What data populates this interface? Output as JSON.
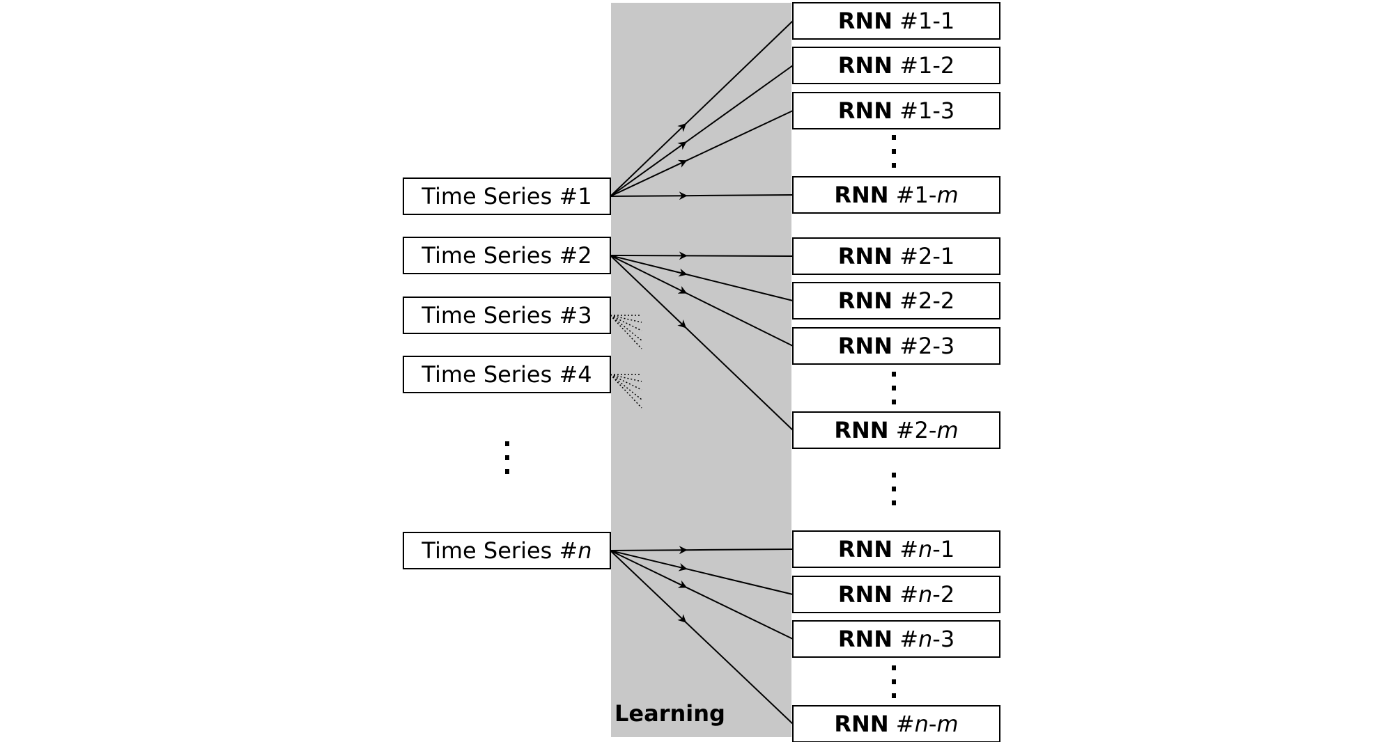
{
  "learning_label": "Learning",
  "time_series": [
    {
      "prefix": "Time Series #",
      "index": "1",
      "index_italic": false
    },
    {
      "prefix": "Time Series #",
      "index": "2",
      "index_italic": false
    },
    {
      "prefix": "Time Series #",
      "index": "3",
      "index_italic": false
    },
    {
      "prefix": "Time Series #",
      "index": "4",
      "index_italic": false
    },
    {
      "prefix": "Time Series #",
      "index": "n",
      "index_italic": true
    }
  ],
  "rnn_boxes": [
    {
      "bold": "RNN",
      "hash": " #",
      "series": "1",
      "series_italic": false,
      "sep": "-",
      "model": "1",
      "model_italic": false
    },
    {
      "bold": "RNN",
      "hash": " #",
      "series": "1",
      "series_italic": false,
      "sep": "-",
      "model": "2",
      "model_italic": false
    },
    {
      "bold": "RNN",
      "hash": " #",
      "series": "1",
      "series_italic": false,
      "sep": "-",
      "model": "3",
      "model_italic": false
    },
    {
      "bold": "RNN",
      "hash": " #",
      "series": "1",
      "series_italic": false,
      "sep": "-",
      "model": "m",
      "model_italic": true
    },
    {
      "bold": "RNN",
      "hash": " #",
      "series": "2",
      "series_italic": false,
      "sep": "-",
      "model": "1",
      "model_italic": false
    },
    {
      "bold": "RNN",
      "hash": " #",
      "series": "2",
      "series_italic": false,
      "sep": "-",
      "model": "2",
      "model_italic": false
    },
    {
      "bold": "RNN",
      "hash": " #",
      "series": "2",
      "series_italic": false,
      "sep": "-",
      "model": "3",
      "model_italic": false
    },
    {
      "bold": "RNN",
      "hash": " #",
      "series": "2",
      "series_italic": false,
      "sep": "-",
      "model": "m",
      "model_italic": true
    },
    {
      "bold": "RNN",
      "hash": " #",
      "series": "n",
      "series_italic": true,
      "sep": "-",
      "model": "1",
      "model_italic": false
    },
    {
      "bold": "RNN",
      "hash": " #",
      "series": "n",
      "series_italic": true,
      "sep": "-",
      "model": "2",
      "model_italic": false
    },
    {
      "bold": "RNN",
      "hash": " #",
      "series": "n",
      "series_italic": true,
      "sep": "-",
      "model": "3",
      "model_italic": false
    },
    {
      "bold": "RNN",
      "hash": " #",
      "series": "n",
      "series_italic": true,
      "sep": "-",
      "model": "m",
      "model_italic": true
    }
  ],
  "colors": {
    "learning_band": "#c8c8c8",
    "box_border": "#000000",
    "box_fill": "#ffffff",
    "arrow": "#000000"
  }
}
